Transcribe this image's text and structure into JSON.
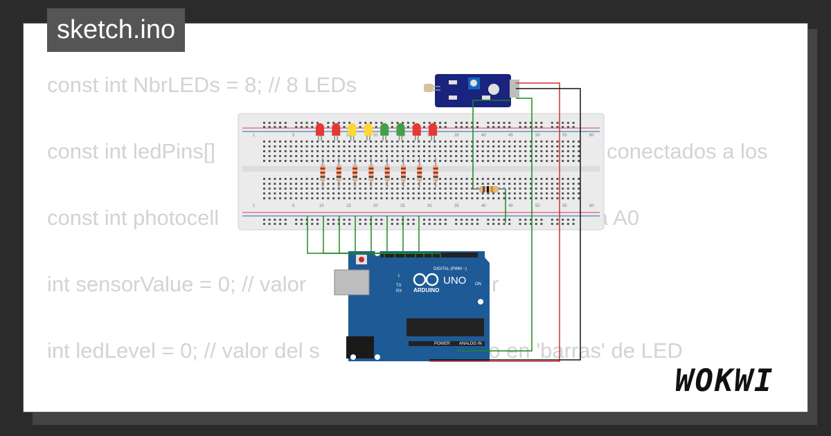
{
  "title": "sketch.ino",
  "logo_text": "WOKWI",
  "code_lines": [
    "const int NbrLEDs = 8; // 8 LEDs",
    "const int ledPins[]",
    "conectados a los",
    "const int photocell",
    "a A0",
    "int sensorValue = 0; // valor",
    "r",
    "int ledLevel = 0; // valor del s",
    "do en 'barras' de LED"
  ],
  "arduino": {
    "brand": "ARDUINO",
    "model": "UNO",
    "digital_label": "DIGITAL (PWM ~)",
    "power_label": "POWER",
    "analog_label": "ANALOG IN",
    "tx": "TX",
    "rx": "RX",
    "l": "L",
    "on": "ON"
  },
  "breadboard": {
    "col_labels": [
      "1",
      "5",
      "10",
      "15",
      "20",
      "25",
      "30",
      "35",
      "40",
      "45",
      "50",
      "55",
      "60"
    ]
  },
  "leds": [
    {
      "color": "#e53935"
    },
    {
      "color": "#e53935"
    },
    {
      "color": "#fdd835"
    },
    {
      "color": "#fdd835"
    },
    {
      "color": "#43a047"
    },
    {
      "color": "#43a047"
    },
    {
      "color": "#e53935"
    },
    {
      "color": "#e53935"
    }
  ],
  "colors": {
    "board_blue": "#1e5a96",
    "wire_green": "#1b8a1b",
    "wire_red": "#d32f2f",
    "wire_black": "#111111"
  }
}
